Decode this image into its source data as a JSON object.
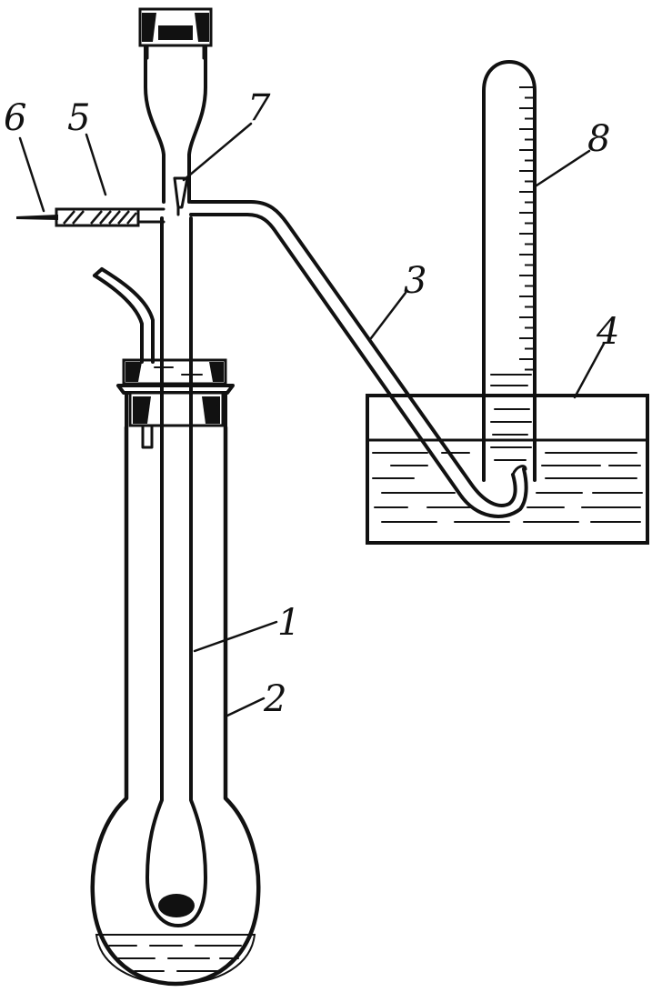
{
  "labels": {
    "l1": "1",
    "l2": "2",
    "l3": "3",
    "l4": "4",
    "l5": "5",
    "l6": "6",
    "l7": "7",
    "l8": "8"
  },
  "colors": {
    "ink": "#111111",
    "background": "#ffffff"
  },
  "icons": {
    "apparatus": "victor-meyer-vapour-density-apparatus"
  }
}
